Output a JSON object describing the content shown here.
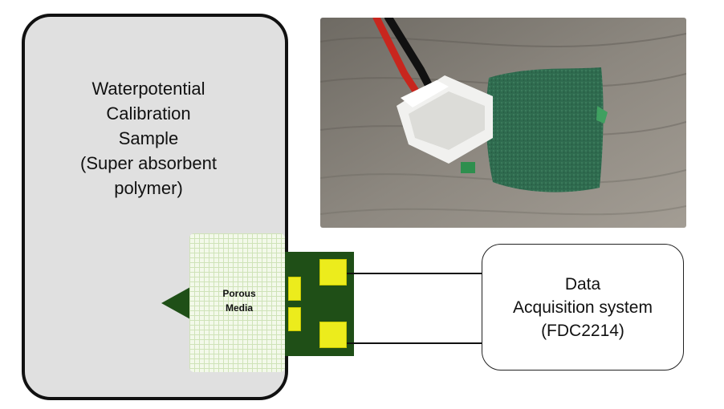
{
  "sample": {
    "lines": [
      "Waterpotential",
      "Calibration",
      "Sample",
      "(Super absorbent",
      "polymer)"
    ]
  },
  "porous_media": {
    "lines": [
      "Porous",
      "Media"
    ]
  },
  "daq": {
    "lines": [
      "Data",
      "Acquisition system",
      "(FDC2214)"
    ]
  },
  "colors": {
    "sample_fill": "#e0e0e0",
    "pcb_green": "#1f4f17",
    "pad_yellow": "#ecec1c",
    "porous_fill": "#f3f9ea"
  }
}
